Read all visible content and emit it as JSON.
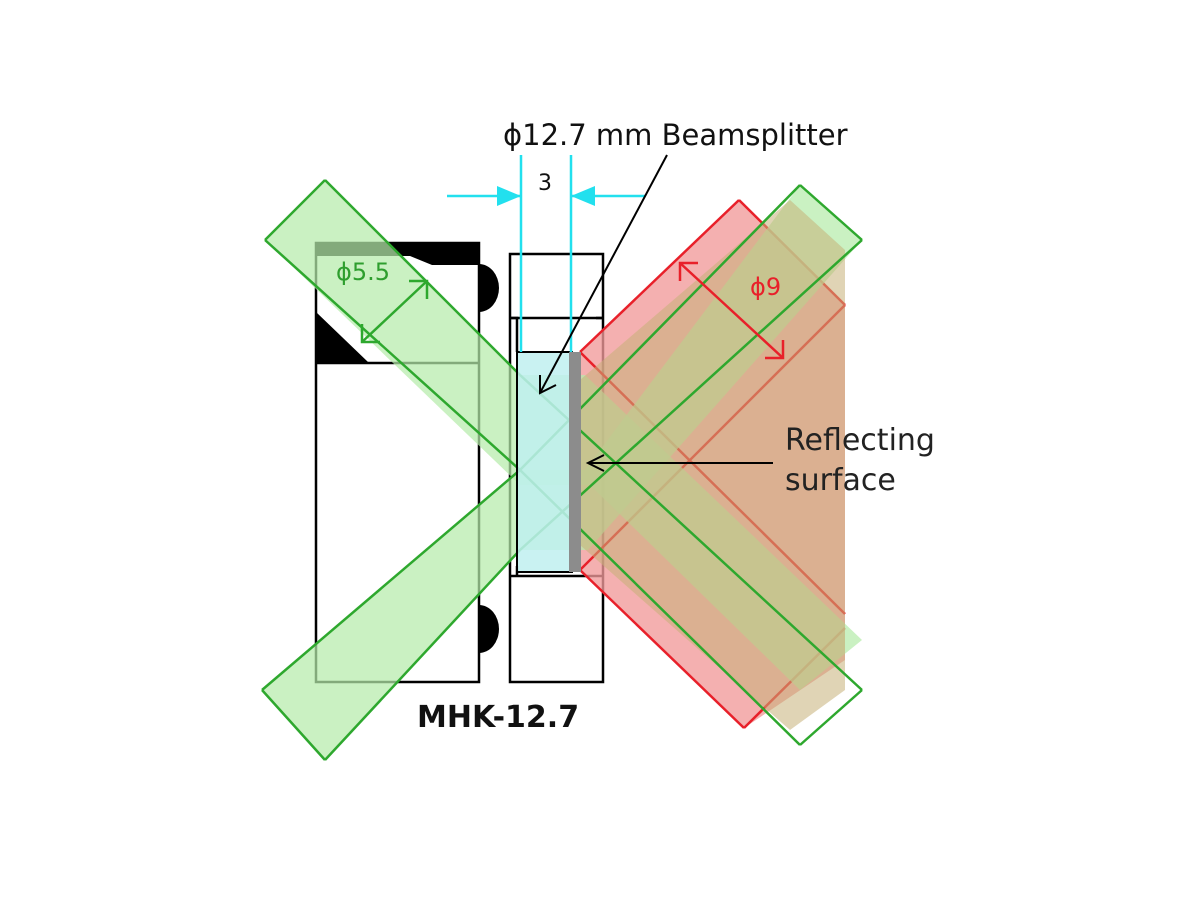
{
  "labels": {
    "beamsplitter": "ϕ12.7 mm Beamsplitter",
    "dimension": "3",
    "green_beam_diameter": "ϕ5.5",
    "red_beam_diameter": "ϕ9",
    "reflecting_line1": "Reflecting",
    "reflecting_line2": "surface",
    "model": "MHK-12.7"
  },
  "colors": {
    "green_beam_fill": "#b5ecaa",
    "green_beam_line": "#2ea82e",
    "green_text": "#2e9e2e",
    "red_beam_fill": "#f19a9a",
    "red_beam_line": "#e8202a",
    "overlap_fill": "#c7b178",
    "dimension_cyan": "#22e0ee",
    "glass_fill": "#bff0f0",
    "coating_gray": "#8c8c8c",
    "outline": "#000000"
  }
}
